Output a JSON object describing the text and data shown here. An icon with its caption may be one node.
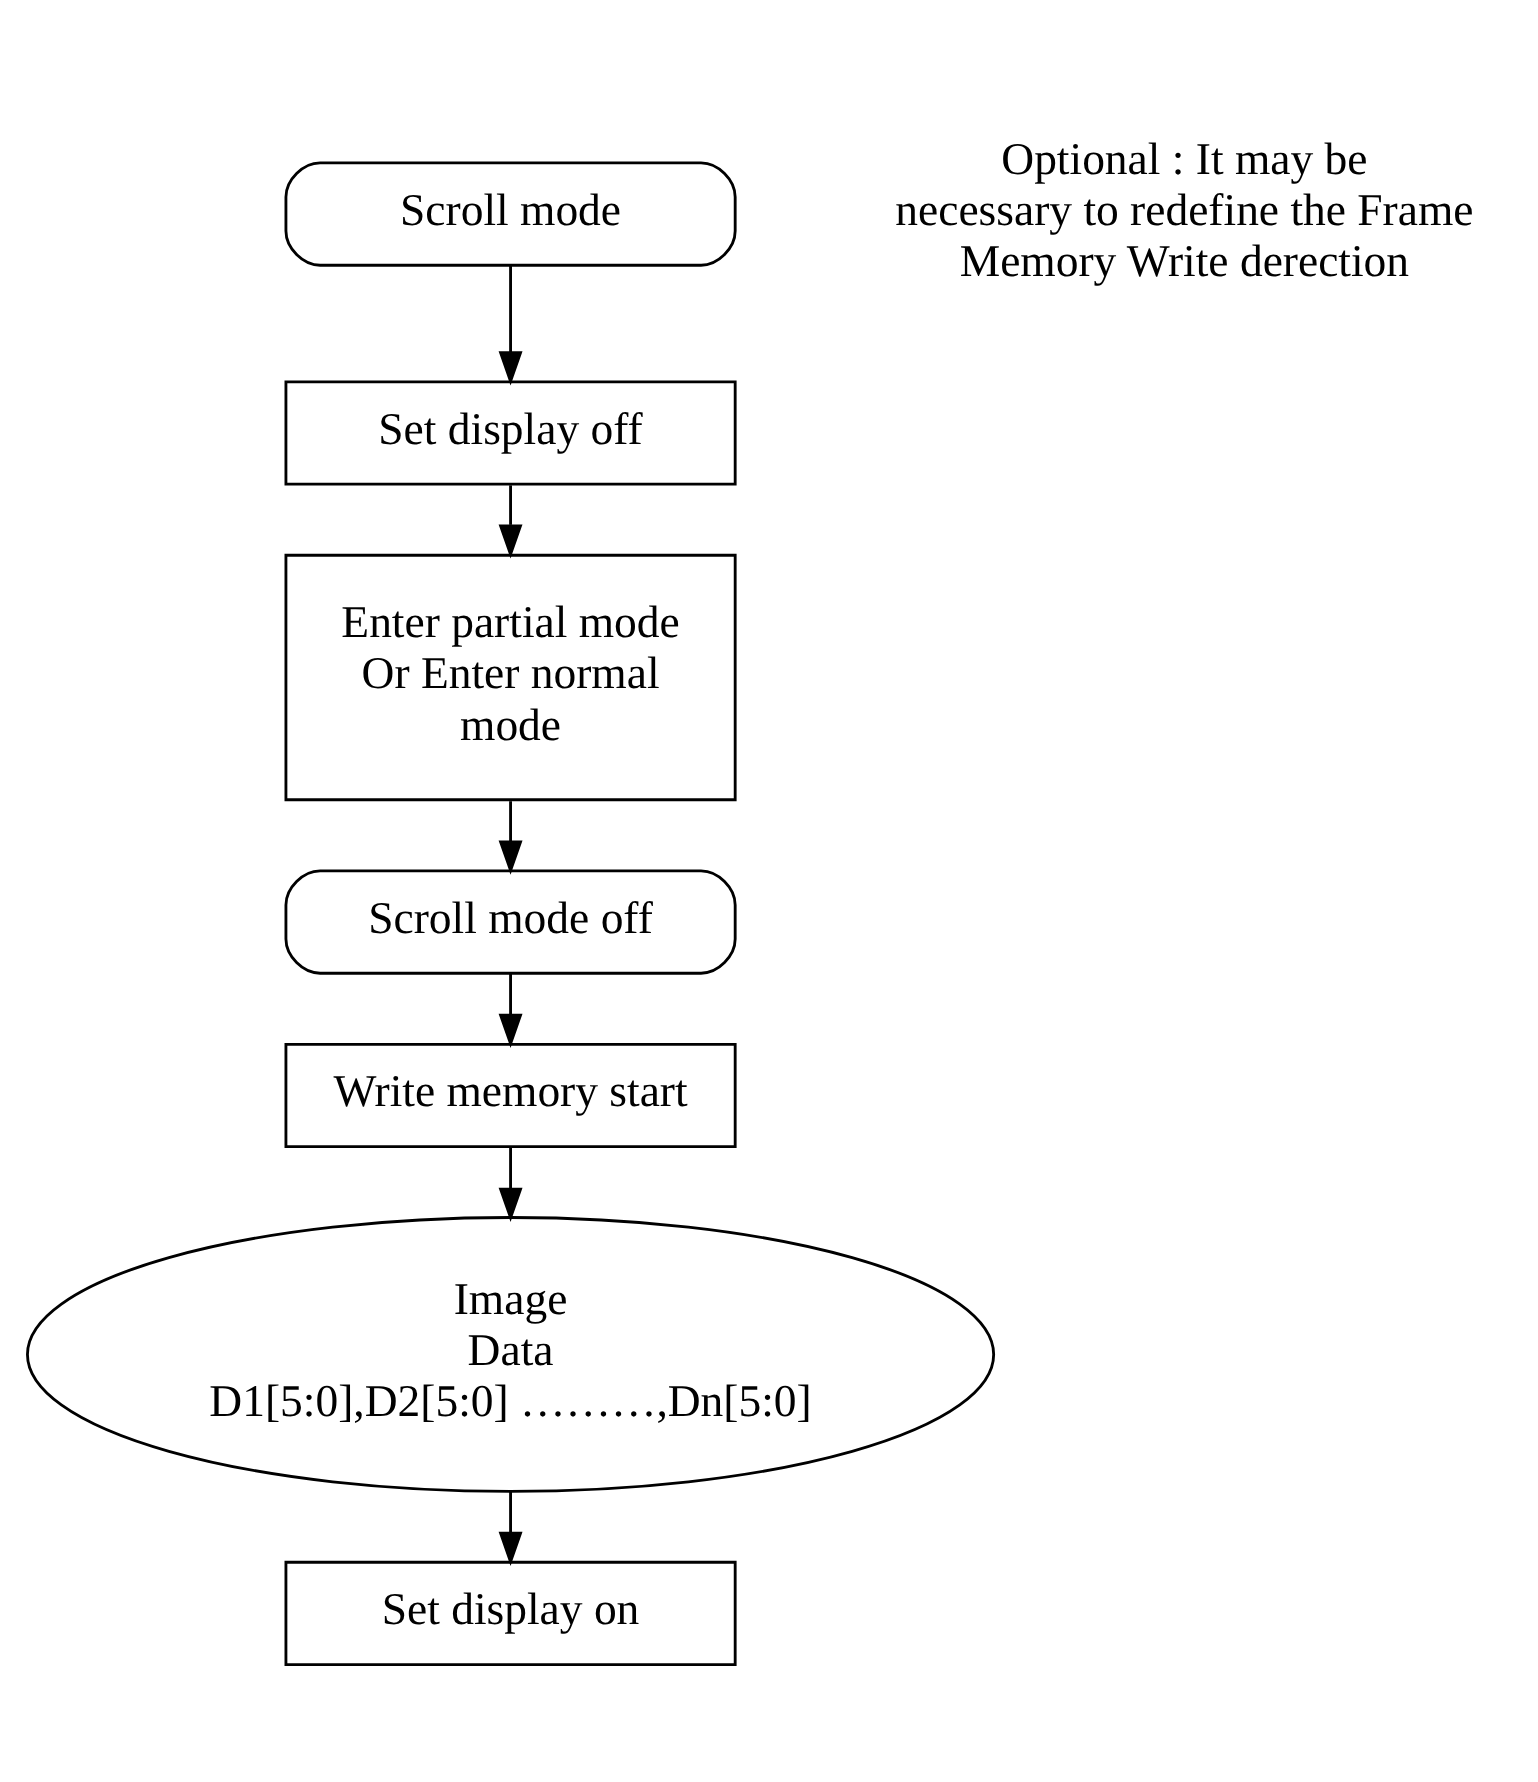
{
  "diagram": {
    "nodes": [
      {
        "text": [
          "Scroll mode"
        ]
      },
      {
        "text": [
          "Set display off"
        ]
      },
      {
        "text": [
          "Enter partial mode Or Enter normal mode"
        ]
      },
      {
        "text": [
          "Scroll mode off"
        ]
      },
      {
        "text": [
          "Write memory start"
        ]
      },
      {
        "text": [
          "Image Data D1[5:0],D2[5:0] ………,Dn[5:0]"
        ]
      },
      {
        "text": [
          "Set display on"
        ]
      }
    ],
    "edges": [
      {
        "from": 0,
        "to": 1,
        "arrow": "to"
      },
      {
        "from": 1,
        "to": 2,
        "arrow": "to"
      },
      {
        "from": 2,
        "to": 3,
        "arrow": "to"
      },
      {
        "from": 3,
        "to": 4,
        "arrow": "to"
      },
      {
        "from": 4,
        "to": 5,
        "arrow": "to"
      },
      {
        "from": 5,
        "to": 6,
        "arrow": "to"
      }
    ],
    "labels": [
      "Optional : It may be necessary to redefine the Frame Memory Write derection"
    ]
  }
}
